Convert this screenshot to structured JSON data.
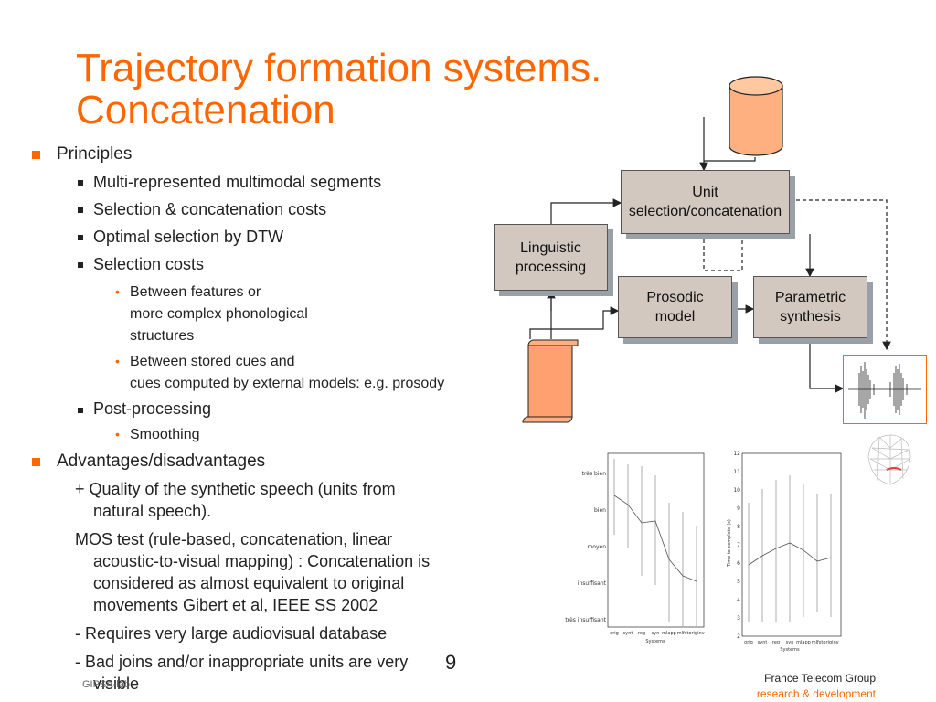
{
  "slide": {
    "title_line1": "Trajectory formation systems.",
    "title_line2": "Concatenation",
    "bullets": {
      "principles": "Principles",
      "p1": "Multi-represented multimodal segments",
      "p2": "Selection & concatenation costs",
      "p3": "Optimal selection by DTW",
      "p4": "Selection costs",
      "p4a_1": "Between features or",
      "p4a_2": "more complex phonological",
      "p4a_3": "structures",
      "p4b_1": "Between stored cues and",
      "p4b_2": "cues computed by external models: e.g. prosody",
      "p5": "Post-processing",
      "p5a": "Smoothing",
      "adv": "Advantages/disadvantages",
      "a1_1": "+ Quality of the synthetic speech (units from",
      "a1_2": "natural speech).",
      "a2_1": "MOS test (rule-based, concatenation, linear",
      "a2_2": "acoustic-to-visual mapping) : Concatenation is",
      "a2_3": "considered as almost equivalent to original",
      "a2_4": "movements Gibert et al, IEEE SS 2002",
      "a3": "- Requires very large audiovisual database",
      "a4_1": "- Bad joins and/or inappropriate units are very",
      "a4_2": "visible"
    },
    "diagram": {
      "unit_1": "Unit",
      "unit_2": "selection/concatenation",
      "ling_1": "Linguistic",
      "ling_2": "processing",
      "pros_1": "Prosodic",
      "pros_2": "model",
      "param_1": "Parametric",
      "param_2": "synthesis"
    },
    "chart_left": {
      "y_ticks": [
        "très bien",
        "bien",
        "moyen",
        "insuffisant",
        "très insuffisant"
      ],
      "x_ticks": [
        "orig",
        "synt",
        "reg",
        "syn",
        "mlapp",
        "mlfst",
        "originv"
      ],
      "xlabel": "Systems"
    },
    "chart_right": {
      "y_ticks": [
        "2",
        "3",
        "4",
        "5",
        "6",
        "7",
        "8",
        "9",
        "10",
        "11",
        "12"
      ],
      "x_ticks": [
        "orig",
        "synt",
        "reg",
        "syn",
        "mlapp",
        "mlfst",
        "originv"
      ],
      "xlabel": "Systems",
      "ylabel": "Time to complete (s)"
    },
    "footer": {
      "left": "GIPSA-lab",
      "page": "9",
      "company": "France Telecom Group",
      "division": "research & development"
    },
    "colors": {
      "accent": "#ff6600",
      "box": "#d2c8bf",
      "shadow": "#9aa0a8"
    }
  }
}
